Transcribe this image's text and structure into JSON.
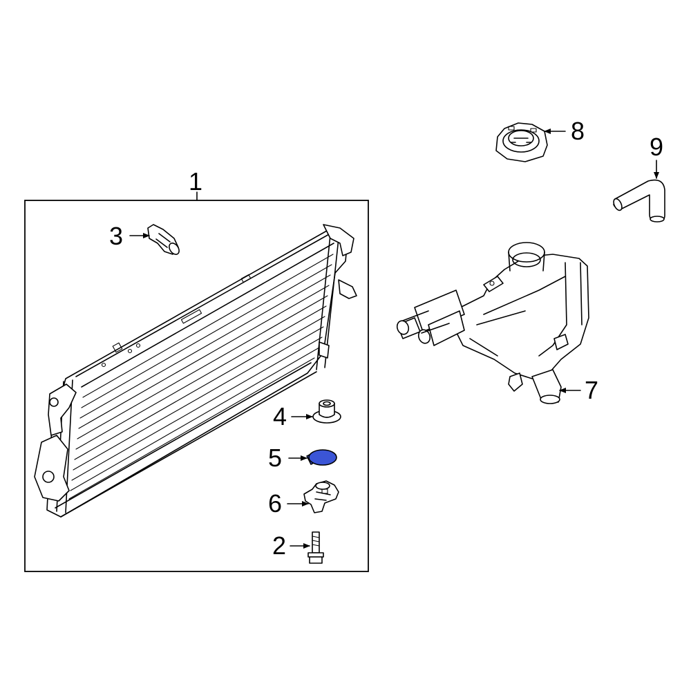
{
  "callouts": {
    "c1": "1",
    "c2": "2",
    "c3": "3",
    "c4": "4",
    "c5": "5",
    "c6": "6",
    "c7": "7",
    "c8": "8",
    "c9": "9"
  },
  "colors": {
    "line": "#000000",
    "background": "#ffffff",
    "highlight": "#3b55d6"
  },
  "icons": {
    "arrow": "arrowhead"
  }
}
